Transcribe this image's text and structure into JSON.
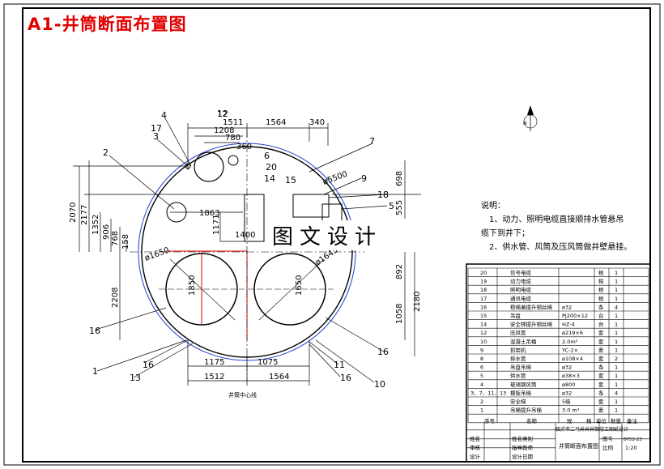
{
  "title": "A1-井筒断面布置图",
  "watermark": "图文设计",
  "dims": {
    "top_row": [
      "1511",
      "1564",
      "340"
    ],
    "top_small": [
      "12",
      "1208",
      "780",
      "360"
    ],
    "left_stack": [
      "2070",
      "2177",
      "1352",
      "906",
      "768",
      "158"
    ],
    "left_big": "2208",
    "inner": [
      "1863",
      "1171",
      "1400"
    ],
    "right": [
      "698",
      "555",
      "892",
      "1058",
      "2180"
    ],
    "bottom_inner": [
      "1175",
      "1075"
    ],
    "bottom_outer": [
      "1512",
      "1564"
    ],
    "circle_labels": [
      "ø5500",
      "ø1650",
      "ø1645",
      "1850",
      "1650"
    ]
  },
  "leaders": [
    "1",
    "2",
    "3",
    "4",
    "5",
    "6",
    "7",
    "9",
    "10",
    "11",
    "12",
    "13",
    "14",
    "15",
    "16",
    "16",
    "16",
    "16",
    "17",
    "18",
    "20"
  ],
  "axis_label": "井筒中心线",
  "north_label": "N",
  "notes": {
    "heading": "说明：",
    "line1": "1、动力、照明电缆直接顺排水管悬吊",
    "line1b": "缆下到井下；",
    "line2": "2、供水管、风筒及压风筒做井壁悬挂。"
  },
  "bom": {
    "rows": [
      [
        "20",
        "信号电缆",
        "",
        "根",
        "1"
      ],
      [
        "19",
        "动力电缆",
        "",
        "根",
        "1"
      ],
      [
        "18",
        "照明电缆",
        "",
        "根",
        "1"
      ],
      [
        "17",
        "通讯电缆",
        "",
        "根",
        "1"
      ],
      [
        "16",
        "稳绳兼提升钢丝绳",
        "ø32",
        "条",
        "4"
      ],
      [
        "15",
        "吊盘",
        "PJ200×12",
        "台",
        "1"
      ],
      [
        "14",
        "安全梯提升钢丝绳",
        "HZ-4",
        "台",
        "1"
      ],
      [
        "12",
        "压风管",
        "ø219×6",
        "套",
        "1"
      ],
      [
        "10",
        "混凝土吊桶",
        "2.0m³",
        "套",
        "1"
      ],
      [
        "9",
        "抓岩机",
        "YC-2×",
        "套",
        "1"
      ],
      [
        "8",
        "排水管",
        "ø108×4",
        "套",
        "2"
      ],
      [
        "6",
        "吊盘吊绳",
        "ø32",
        "条",
        "1"
      ],
      [
        "5",
        "供水管",
        "ø38×3",
        "套",
        "1"
      ],
      [
        "4",
        "玻璃钢风筒",
        "ø800",
        "套",
        "1"
      ],
      [
        "3、7、11、13",
        "模板吊绳",
        "ø32",
        "条",
        "4"
      ],
      [
        "2",
        "安全梯",
        "5级",
        "套",
        "1"
      ],
      [
        "1",
        "吊桶提升吊桶",
        "3.0 m³",
        "套",
        "1"
      ]
    ],
    "header": [
      "序号",
      "名称",
      "规",
      "格",
      "单位",
      "数量",
      "备注"
    ],
    "school": "临沂市二马井井井筒竣工图纸设计",
    "drawing_name": "井筒断面布置图",
    "sign_labels": [
      "姓名",
      "审核",
      "设计"
    ],
    "sign_cells": [
      "姓名类别",
      "指导教师",
      "设计日期"
    ],
    "right_cells": [
      "图号",
      "BY52-23",
      "比例",
      "1:20"
    ]
  }
}
